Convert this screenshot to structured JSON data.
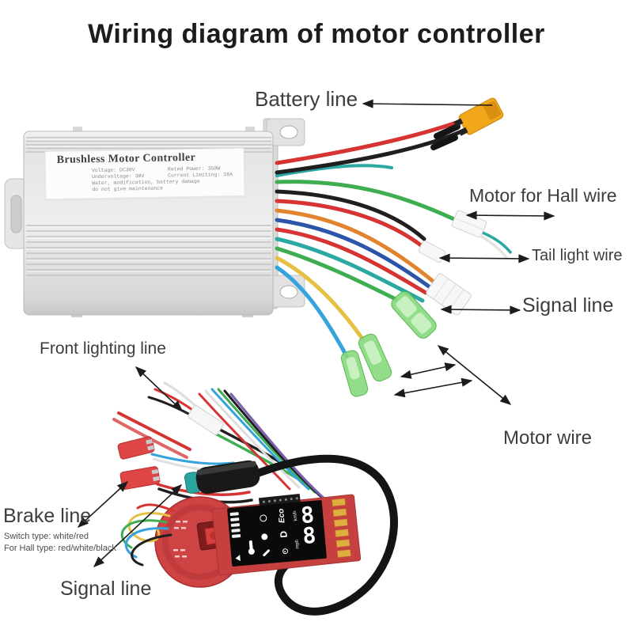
{
  "title": "Wiring diagram of motor controller",
  "controller": {
    "name": "Brushless Motor Controller",
    "spec_voltage": "Voltage: DC36V",
    "spec_power": "Rated Power: 350W",
    "spec_undervoltage": "Undervoltage: 30V",
    "spec_current": "Current Limiting: 18A",
    "warning1": "Water, modification, battery damage",
    "warning2": "do not give maintenance"
  },
  "callouts": {
    "battery": "Battery line",
    "motor_hall": "Motor for Hall wire",
    "tail_light": "Tail light wire",
    "signal_right": "Signal line",
    "motor_wire": "Motor wire",
    "front_lighting": "Front lighting line",
    "brake": "Brake line",
    "brake_note_switch": "Switch type: white/red",
    "brake_note_hall": "For Hall type: red/white/black",
    "signal_bottom": "Signal line"
  },
  "display": {
    "speed": "88",
    "eco": "Eco",
    "drive": "D",
    "unit_top": "km/h",
    "unit_bottom": "mph"
  },
  "icons": {
    "battery_gauge": "bar-segments",
    "thermometer": "css-shape",
    "headlight": "ring",
    "power": "dot",
    "wrench": "bar-shape",
    "bluetooth": "ring-dot"
  },
  "colors": {
    "background": "#ffffff",
    "label_text": "#3d3d3d",
    "controller_body": "#ededed",
    "pcb_red": "#c74040",
    "display_black": "#0a0a0a",
    "xt60_yellow": "#f2a71b",
    "connector_green": "#86d97c",
    "connector_teal": "#2aa59d",
    "wire_red": "#d63333",
    "wire_black": "#1f1f1f",
    "wire_green": "#3fae53",
    "wire_yellow": "#e5c043",
    "wire_blue": "#36a3dd",
    "wire_teal": "#2ba8a2",
    "wire_orange": "#e2832e"
  }
}
